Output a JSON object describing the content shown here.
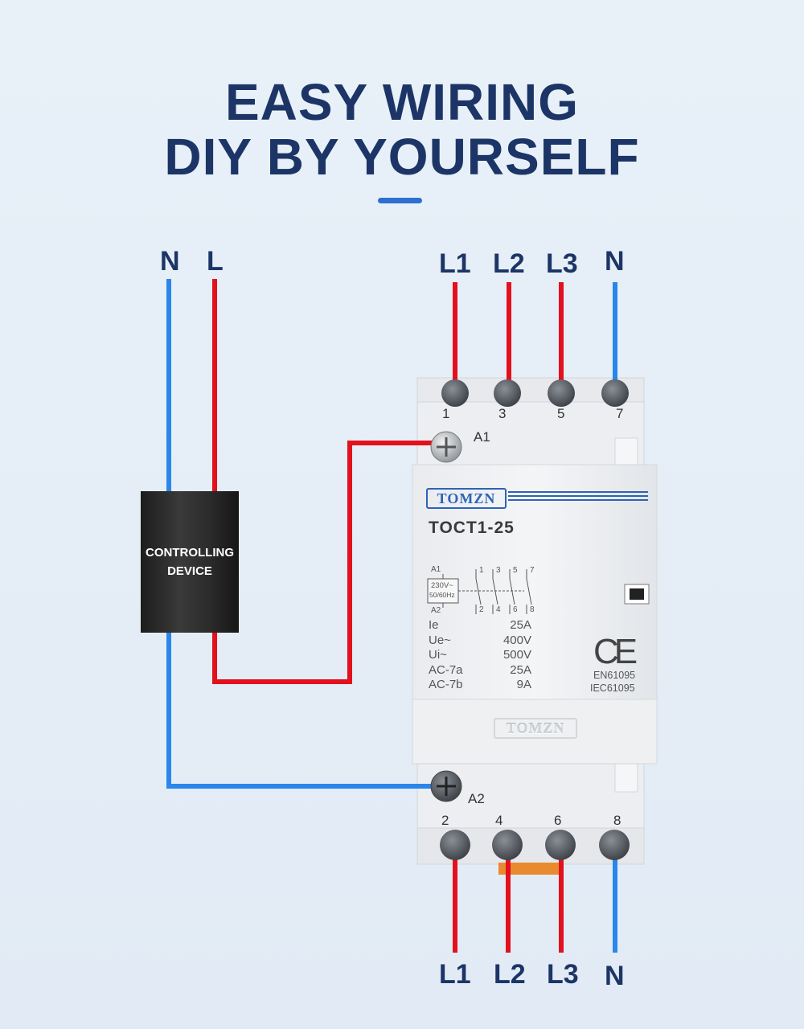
{
  "heading": {
    "line1": "EASY WIRING",
    "line2": "DIY BY YOURSELF"
  },
  "colors": {
    "title": "#1c3566",
    "accent": "#2f6fd0",
    "live_wire": "#e3101e",
    "neutral_wire": "#2a86ea"
  },
  "supply_labels": {
    "neutral": "N",
    "live": "L"
  },
  "top_labels": [
    "L1",
    "L2",
    "L3",
    "N"
  ],
  "bottom_labels": [
    "L1",
    "L2",
    "L3",
    "N"
  ],
  "controlling_device": {
    "line1": "CONTROLLING",
    "line2": "DEVICE"
  },
  "contactor": {
    "brand": "TOMZN",
    "model": "TOCT1-25",
    "top_terminals": [
      "1",
      "3",
      "5",
      "7"
    ],
    "bottom_terminals": [
      "2",
      "4",
      "6",
      "8"
    ],
    "coil_terminals": {
      "a1": "A1",
      "a2": "A2"
    },
    "schematic": {
      "a1": "A1",
      "a2": "A2",
      "coil_line1": "230V~",
      "coil_line2": "50/60Hz",
      "top_nums": [
        "1",
        "3",
        "5",
        "7"
      ],
      "bottom_nums": [
        "2",
        "4",
        "6",
        "8"
      ]
    },
    "specs": [
      {
        "name": "Ie",
        "value": "25A"
      },
      {
        "name": "Ue~",
        "value": "400V"
      },
      {
        "name": "Ui~",
        "value": "500V"
      },
      {
        "name": "AC-7a",
        "value": "25A"
      },
      {
        "name": "AC-7b",
        "value": "9A"
      }
    ],
    "cert_mark": "CE",
    "standards": [
      "EN61095",
      "IEC61095"
    ],
    "front_brand": "TOMZN"
  }
}
